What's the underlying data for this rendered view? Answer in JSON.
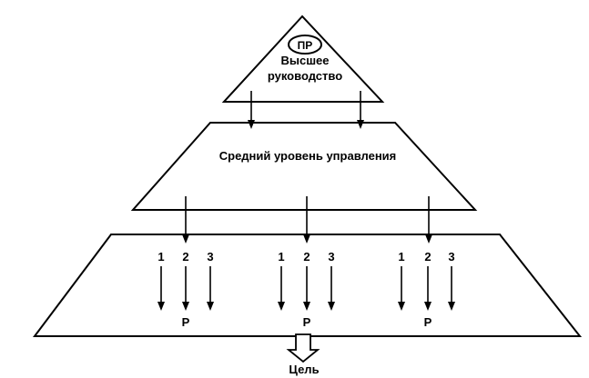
{
  "top_tier": {
    "badge": "ПР",
    "line1": "Высшее",
    "line2": "руководство"
  },
  "middle_tier": {
    "label": "Средний уровень управления"
  },
  "bottom_tier": {
    "groups": [
      {
        "numbers": [
          "1",
          "2",
          "3"
        ],
        "result": "Р"
      },
      {
        "numbers": [
          "1",
          "2",
          "3"
        ],
        "result": "Р"
      },
      {
        "numbers": [
          "1",
          "2",
          "3"
        ],
        "result": "Р"
      }
    ]
  },
  "goal": {
    "label": "Цель"
  },
  "colors": {
    "stroke": "#000000",
    "background": "#ffffff"
  }
}
